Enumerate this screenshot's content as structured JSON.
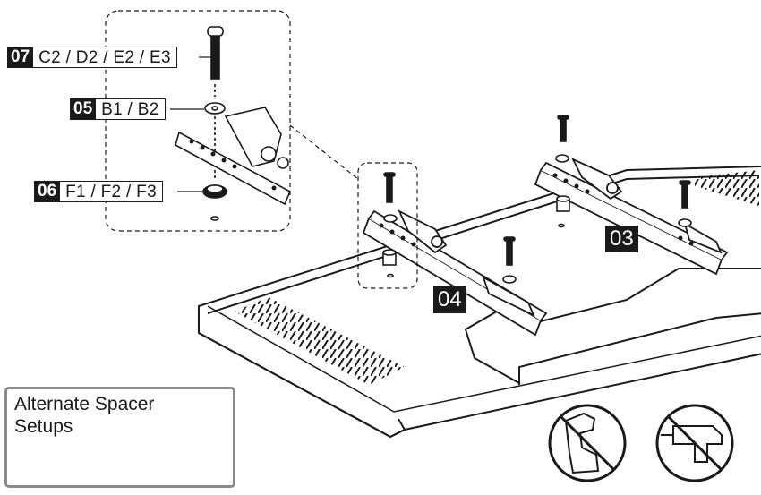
{
  "callouts": {
    "screw": {
      "num": "07",
      "text": "C2 / D2 / E2 / E3"
    },
    "washer": {
      "num": "05",
      "text": "B1 / B2"
    },
    "spacer": {
      "num": "06",
      "text": "F1 / F2 / F3"
    }
  },
  "steps": {
    "left_bracket": "04",
    "right_bracket": "03"
  },
  "alternate_spacers": {
    "title": "Alternate Spacer Setups"
  },
  "prohibited_icons": [
    "no-hand-tighten-force-icon",
    "no-power-drill-icon"
  ],
  "colors": {
    "ink": "#1a1a1a",
    "box_border": "#8a8a8a"
  }
}
